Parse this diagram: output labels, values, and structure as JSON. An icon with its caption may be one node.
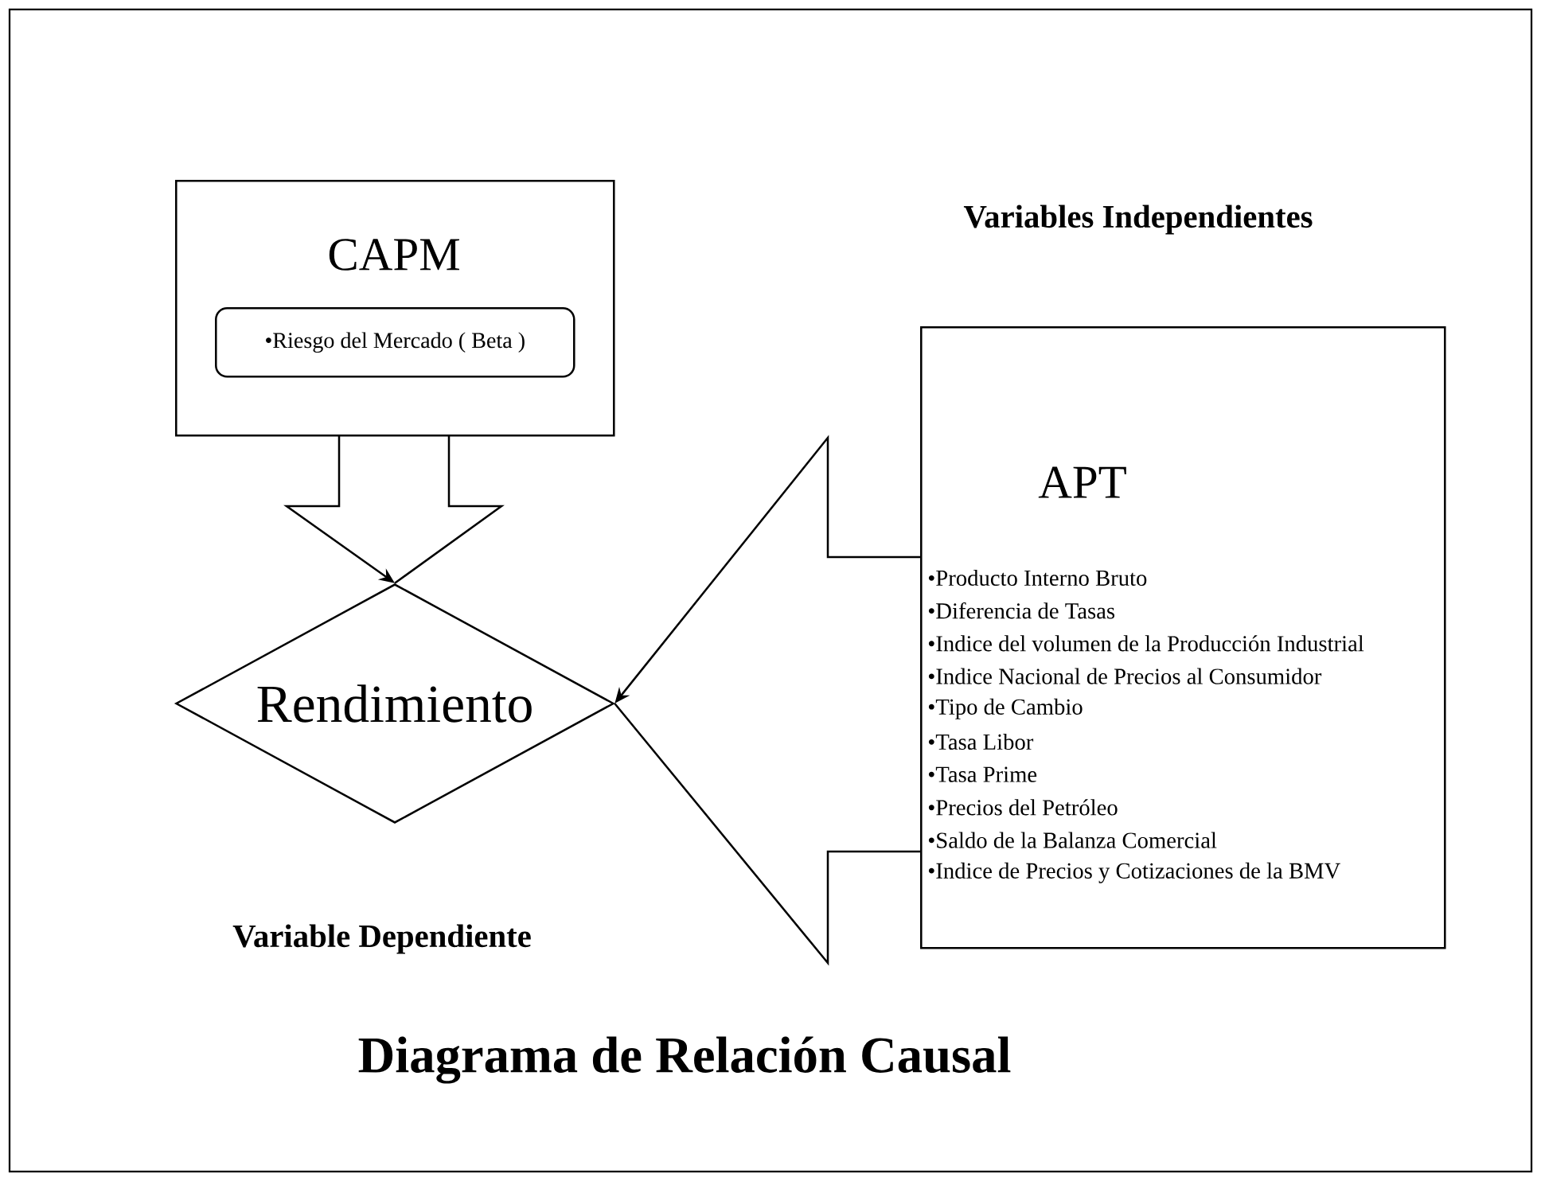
{
  "diagram": {
    "title": "Diagrama de Relación Causal",
    "nodes": [
      {
        "text": [
          "CAPM"
        ]
      },
      {
        "text": [
          "•Riesgo del Mercado ( Beta )"
        ],
        "in": 0
      },
      {
        "text": [
          "Rendimiento"
        ],
        "beside": [
          "Variable Dependiente"
        ]
      },
      {
        "text": [
          "APT",
          "•Producto Interno Bruto",
          "•Diferencia de Tasas",
          "•Indice del volumen de la Producción Industrial",
          "•Indice Nacional de Precios al Consumidor",
          "•Tipo de Cambio",
          "•Tasa Libor",
          "•Tasa Prime",
          "•Precios del Petróleo",
          "•Saldo de la Balanza Comercial",
          "•Indice de Precios y Cotizaciones de la BMV"
        ],
        "beside": [
          "Variables Independientes"
        ]
      }
    ],
    "edges": [
      {
        "from": 0,
        "to": 2,
        "arrow": "to"
      },
      {
        "from": 3,
        "to": 2,
        "arrow": "to"
      }
    ]
  }
}
